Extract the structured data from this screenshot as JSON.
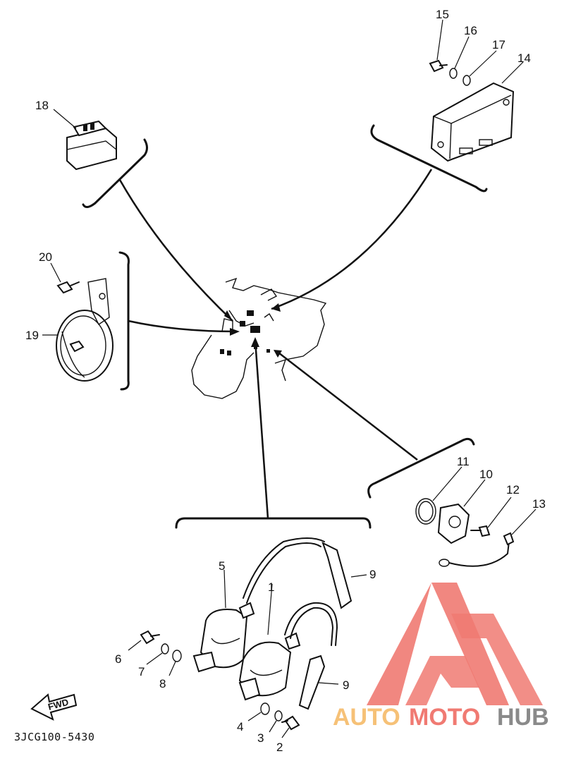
{
  "diagram_code": "3JCG100-5430",
  "fwd_label": "FWD",
  "watermark": {
    "part1": "AUTO",
    "part2": "MOTO",
    "part3": "HUB",
    "color_red": "#f07a72",
    "color_gray": "#8a8a8a",
    "color_yellow": "#f6c177"
  },
  "callouts": {
    "c1": "1",
    "c2": "2",
    "c3": "3",
    "c4": "4",
    "c5": "5",
    "c6": "6",
    "c7": "7",
    "c8": "8",
    "c9a": "9",
    "c9b": "9",
    "c10": "10",
    "c11": "11",
    "c12": "12",
    "c13": "13",
    "c14": "14",
    "c15": "15",
    "c16": "16",
    "c17": "17",
    "c18": "18",
    "c19": "19",
    "c20": "20"
  }
}
